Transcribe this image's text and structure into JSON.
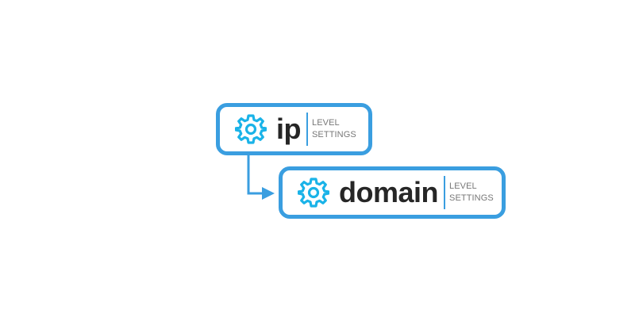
{
  "colors": {
    "border": "#3a9ee0",
    "icon": "#1ab3e8",
    "title_text": "#262626",
    "subtitle_text": "#777777"
  },
  "nodes": [
    {
      "icon": "gear-icon",
      "name": "ip",
      "subtitle_line1": "LEVEL",
      "subtitle_line2": "SETTINGS"
    },
    {
      "icon": "gear-icon",
      "name": "domain",
      "subtitle_line1": "LEVEL",
      "subtitle_line2": "SETTINGS"
    }
  ]
}
